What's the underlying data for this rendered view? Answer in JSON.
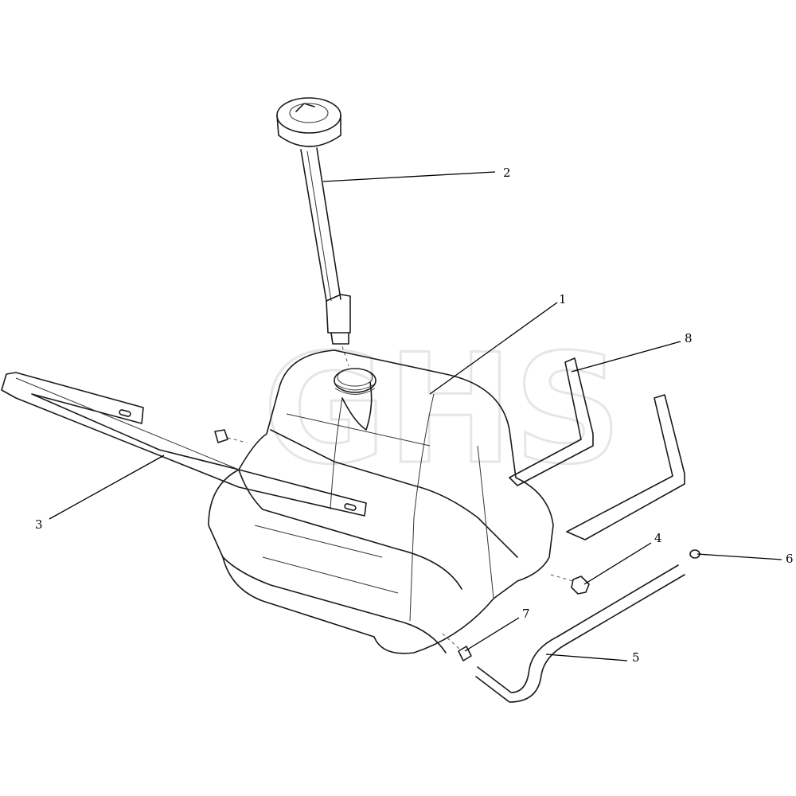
{
  "watermark": "GHS",
  "callouts": [
    {
      "number": "1",
      "part": "fuel-tank"
    },
    {
      "number": "2",
      "part": "fuel-cap-with-gauge"
    },
    {
      "number": "3",
      "part": "tank-bracket-strap"
    },
    {
      "number": "4",
      "part": "bolt"
    },
    {
      "number": "5",
      "part": "fuel-hose"
    },
    {
      "number": "6",
      "part": "hose-clip-upper"
    },
    {
      "number": "7",
      "part": "hose-clip-lower"
    },
    {
      "number": "8",
      "part": "rubber-pads"
    }
  ]
}
